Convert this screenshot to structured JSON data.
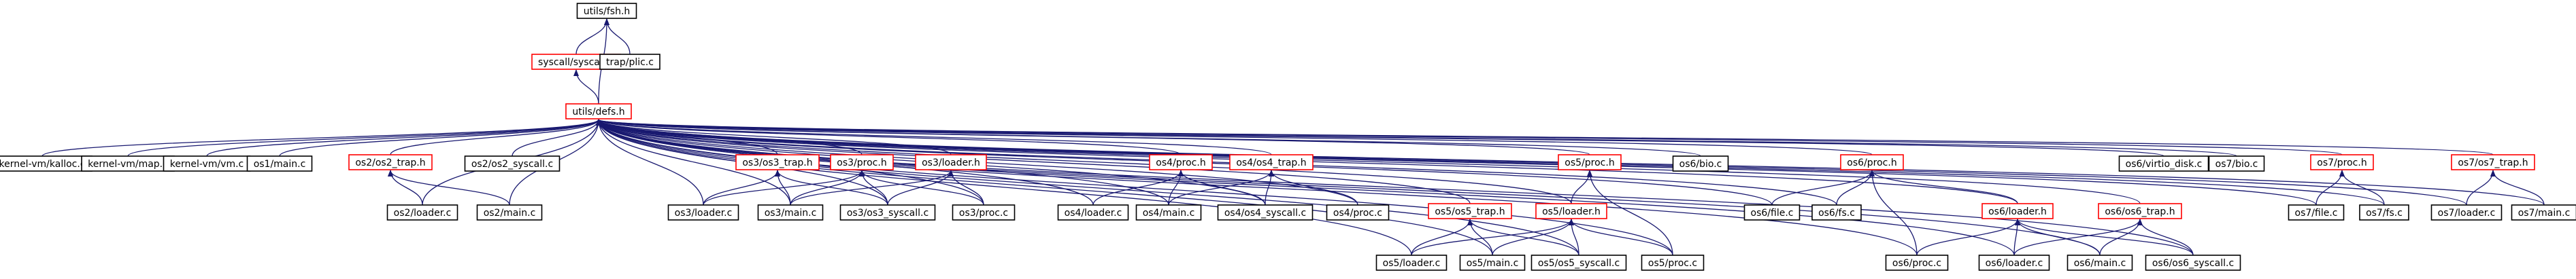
{
  "diagram": {
    "colors": {
      "edge": "#191970",
      "border_normal": "#000000",
      "border_red": "#ff0000",
      "fill_root": "#bfbfbf",
      "fill_node": "#ffffff"
    },
    "nodes": [
      {
        "id": "fsh",
        "label": "utils/fsh.h",
        "style": "root"
      },
      {
        "id": "syscall_h",
        "label": "syscall/syscall.h",
        "style": "red"
      },
      {
        "id": "plic",
        "label": "trap/plic.c",
        "style": "normal"
      },
      {
        "id": "defs",
        "label": "utils/defs.h",
        "style": "red"
      },
      {
        "id": "kalloc",
        "label": "kernel-vm/kalloc.c",
        "style": "normal"
      },
      {
        "id": "kmap",
        "label": "kernel-vm/map.c",
        "style": "normal"
      },
      {
        "id": "kvm",
        "label": "kernel-vm/vm.c",
        "style": "normal"
      },
      {
        "id": "os1main",
        "label": "os1/main.c",
        "style": "normal"
      },
      {
        "id": "os2trap",
        "label": "os2/os2_trap.h",
        "style": "red"
      },
      {
        "id": "os2syscall",
        "label": "os2/os2_syscall.c",
        "style": "normal"
      },
      {
        "id": "os3trap",
        "label": "os3/os3_trap.h",
        "style": "red"
      },
      {
        "id": "os3proch",
        "label": "os3/proc.h",
        "style": "red"
      },
      {
        "id": "os3loaderh",
        "label": "os3/loader.h",
        "style": "red"
      },
      {
        "id": "os4proch",
        "label": "os4/proc.h",
        "style": "red"
      },
      {
        "id": "os4trap",
        "label": "os4/os4_trap.h",
        "style": "red"
      },
      {
        "id": "os5proch",
        "label": "os5/proc.h",
        "style": "red"
      },
      {
        "id": "os6bio",
        "label": "os6/bio.c",
        "style": "normal"
      },
      {
        "id": "os6proch",
        "label": "os6/proc.h",
        "style": "red"
      },
      {
        "id": "os6virtio",
        "label": "os6/virtio_disk.c",
        "style": "normal"
      },
      {
        "id": "os7bio",
        "label": "os7/bio.c",
        "style": "normal"
      },
      {
        "id": "os7proch",
        "label": "os7/proc.h",
        "style": "red"
      },
      {
        "id": "os7trap",
        "label": "os7/os7_trap.h",
        "style": "red"
      },
      {
        "id": "os2loader",
        "label": "os2/loader.c",
        "style": "normal"
      },
      {
        "id": "os2main",
        "label": "os2/main.c",
        "style": "normal"
      },
      {
        "id": "os3loader",
        "label": "os3/loader.c",
        "style": "normal"
      },
      {
        "id": "os3main",
        "label": "os3/main.c",
        "style": "normal"
      },
      {
        "id": "os3syscall",
        "label": "os3/os3_syscall.c",
        "style": "normal"
      },
      {
        "id": "os3proc",
        "label": "os3/proc.c",
        "style": "normal"
      },
      {
        "id": "os4loader",
        "label": "os4/loader.c",
        "style": "normal"
      },
      {
        "id": "os4main",
        "label": "os4/main.c",
        "style": "normal"
      },
      {
        "id": "os4syscall",
        "label": "os4/os4_syscall.c",
        "style": "normal"
      },
      {
        "id": "os4proc",
        "label": "os4/proc.c",
        "style": "normal"
      },
      {
        "id": "os5trap",
        "label": "os5/os5_trap.h",
        "style": "red"
      },
      {
        "id": "os5loaderh",
        "label": "os5/loader.h",
        "style": "red"
      },
      {
        "id": "os6file",
        "label": "os6/file.c",
        "style": "normal"
      },
      {
        "id": "os6fs",
        "label": "os6/fs.c",
        "style": "normal"
      },
      {
        "id": "os6loaderh",
        "label": "os6/loader.h",
        "style": "red"
      },
      {
        "id": "os6trap",
        "label": "os6/os6_trap.h",
        "style": "red"
      },
      {
        "id": "os7file",
        "label": "os7/file.c",
        "style": "normal"
      },
      {
        "id": "os7fs",
        "label": "os7/fs.c",
        "style": "normal"
      },
      {
        "id": "os7loader",
        "label": "os7/loader.c",
        "style": "normal"
      },
      {
        "id": "os7main",
        "label": "os7/main.c",
        "style": "normal"
      },
      {
        "id": "os5loader",
        "label": "os5/loader.c",
        "style": "normal"
      },
      {
        "id": "os5main",
        "label": "os5/main.c",
        "style": "normal"
      },
      {
        "id": "os5syscall",
        "label": "os5/os5_syscall.c",
        "style": "normal"
      },
      {
        "id": "os5proc",
        "label": "os5/proc.c",
        "style": "normal"
      },
      {
        "id": "os6proc",
        "label": "os6/proc.c",
        "style": "normal"
      },
      {
        "id": "os6loader",
        "label": "os6/loader.c",
        "style": "normal"
      },
      {
        "id": "os6main",
        "label": "os6/main.c",
        "style": "normal"
      },
      {
        "id": "os6syscall",
        "label": "os6/os6_syscall.c",
        "style": "normal"
      }
    ],
    "edges": [
      [
        "syscall_h",
        "fsh"
      ],
      [
        "plic",
        "fsh"
      ],
      [
        "defs",
        "fsh"
      ],
      [
        "defs",
        "syscall_h"
      ],
      [
        "kalloc",
        "defs"
      ],
      [
        "kmap",
        "defs"
      ],
      [
        "kvm",
        "defs"
      ],
      [
        "os1main",
        "defs"
      ],
      [
        "os2trap",
        "defs"
      ],
      [
        "os2loader",
        "defs"
      ],
      [
        "os2main",
        "defs"
      ],
      [
        "os2syscall",
        "defs"
      ],
      [
        "os3trap",
        "defs"
      ],
      [
        "os3proch",
        "defs"
      ],
      [
        "os3loaderh",
        "defs"
      ],
      [
        "os3loader",
        "defs"
      ],
      [
        "os3main",
        "defs"
      ],
      [
        "os3syscall",
        "defs"
      ],
      [
        "os3proc",
        "defs"
      ],
      [
        "os4proch",
        "defs"
      ],
      [
        "os4trap",
        "defs"
      ],
      [
        "os4loader",
        "defs"
      ],
      [
        "os4main",
        "defs"
      ],
      [
        "os4syscall",
        "defs"
      ],
      [
        "os4proc",
        "defs"
      ],
      [
        "os5trap",
        "defs"
      ],
      [
        "os5loaderh",
        "defs"
      ],
      [
        "os5proch",
        "defs"
      ],
      [
        "os5loader",
        "defs"
      ],
      [
        "os5main",
        "defs"
      ],
      [
        "os5syscall",
        "defs"
      ],
      [
        "os5proc",
        "defs"
      ],
      [
        "os6bio",
        "defs"
      ],
      [
        "os6proch",
        "defs"
      ],
      [
        "os6file",
        "defs"
      ],
      [
        "os6fs",
        "defs"
      ],
      [
        "os6loaderh",
        "defs"
      ],
      [
        "os6trap",
        "defs"
      ],
      [
        "os6proc",
        "defs"
      ],
      [
        "os6loader",
        "defs"
      ],
      [
        "os6main",
        "defs"
      ],
      [
        "os6syscall",
        "defs"
      ],
      [
        "os6virtio",
        "defs"
      ],
      [
        "os7bio",
        "defs"
      ],
      [
        "os7proch",
        "defs"
      ],
      [
        "os7file",
        "defs"
      ],
      [
        "os7fs",
        "defs"
      ],
      [
        "os7trap",
        "defs"
      ],
      [
        "os7loader",
        "defs"
      ],
      [
        "os7main",
        "defs"
      ],
      [
        "os2loader",
        "os2trap"
      ],
      [
        "os2main",
        "os2trap"
      ],
      [
        "os3loader",
        "os3trap"
      ],
      [
        "os3main",
        "os3trap"
      ],
      [
        "os3syscall",
        "os3trap"
      ],
      [
        "os3loader",
        "os3proch"
      ],
      [
        "os3main",
        "os3proch"
      ],
      [
        "os3syscall",
        "os3proch"
      ],
      [
        "os3proc",
        "os3proch"
      ],
      [
        "os3main",
        "os3loaderh"
      ],
      [
        "os3syscall",
        "os3loaderh"
      ],
      [
        "os3proc",
        "os3loaderh"
      ],
      [
        "os4loader",
        "os4proch"
      ],
      [
        "os4main",
        "os4proch"
      ],
      [
        "os4syscall",
        "os4proch"
      ],
      [
        "os4main",
        "os4trap"
      ],
      [
        "os4syscall",
        "os4trap"
      ],
      [
        "os4proc",
        "os4trap"
      ],
      [
        "os5loaderh",
        "os5proch"
      ],
      [
        "os5proc",
        "os5proch"
      ],
      [
        "os5loader",
        "os5trap"
      ],
      [
        "os5main",
        "os5trap"
      ],
      [
        "os5syscall",
        "os5trap"
      ],
      [
        "os5loader",
        "os5loaderh"
      ],
      [
        "os5main",
        "os5loaderh"
      ],
      [
        "os5syscall",
        "os5loaderh"
      ],
      [
        "os5proc",
        "os5loaderh"
      ],
      [
        "os6file",
        "os6proch"
      ],
      [
        "os6fs",
        "os6proch"
      ],
      [
        "os6loaderh",
        "os6proch"
      ],
      [
        "os6proc",
        "os6proch"
      ],
      [
        "os6proc",
        "os6loaderh"
      ],
      [
        "os6loader",
        "os6loaderh"
      ],
      [
        "os6main",
        "os6loaderh"
      ],
      [
        "os6syscall",
        "os6loaderh"
      ],
      [
        "os6loader",
        "os6trap"
      ],
      [
        "os6main",
        "os6trap"
      ],
      [
        "os6syscall",
        "os6trap"
      ],
      [
        "os7file",
        "os7proch"
      ],
      [
        "os7fs",
        "os7proch"
      ],
      [
        "os7loader",
        "os7trap"
      ],
      [
        "os7main",
        "os7trap"
      ]
    ]
  }
}
